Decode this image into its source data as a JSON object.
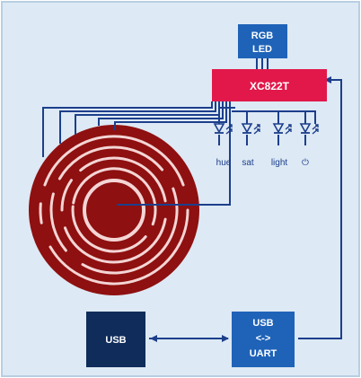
{
  "colors": {
    "panel_bg": "#dde9f4",
    "panel_border": "#b9cfe2",
    "wire": "#1c3f8c",
    "blue_block": "#1f63b8",
    "dark_block": "#0f2c5a",
    "chip": "#e2184a",
    "wheel": "#8e1010",
    "wheel_gap": "#f4d5d5",
    "led_symbol": "#1c3f8c"
  },
  "blocks": {
    "rgb_led": {
      "line1": "RGB",
      "line2": "LED"
    },
    "mcu": {
      "label": "XC822T"
    },
    "usb": {
      "label": "USB"
    },
    "bridge": {
      "line1": "USB",
      "line2": "<->",
      "line3": "UART"
    }
  },
  "leds": {
    "labels": [
      "hue",
      "sat",
      "light",
      "⏻"
    ]
  }
}
